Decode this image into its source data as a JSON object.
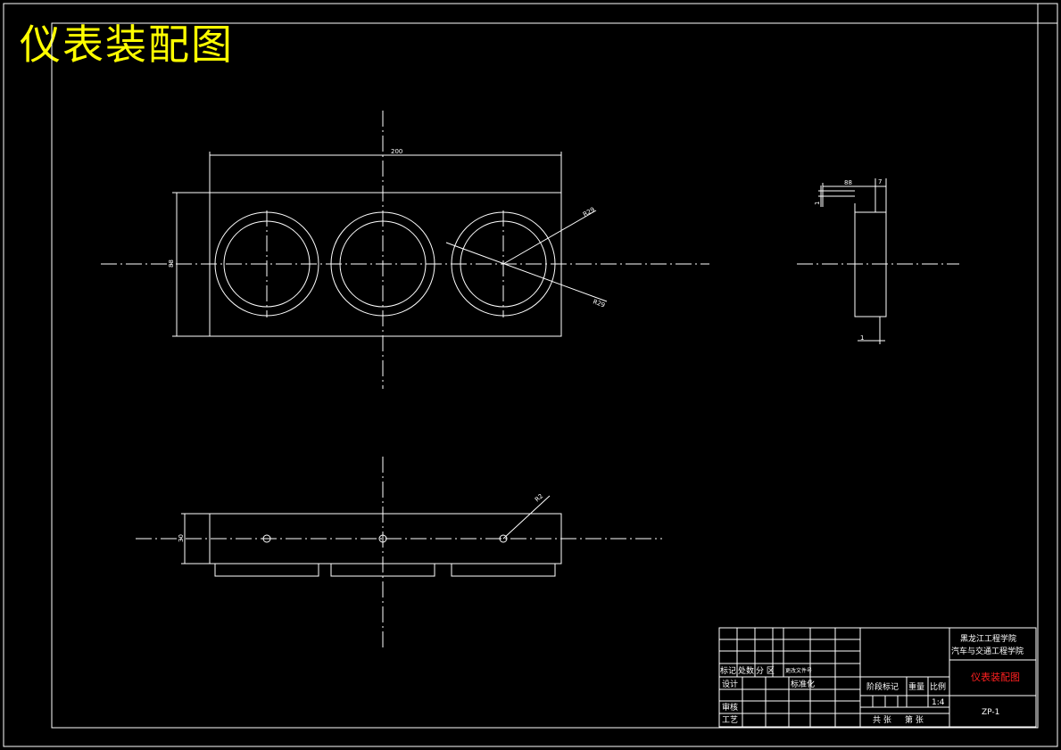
{
  "drawing_title": "仪表装配图",
  "dimensions": {
    "width_200": "200",
    "height_88": "88",
    "r_outer": "R29",
    "r_inner": "R29",
    "hole_dia": "R2",
    "thickness_30": "30",
    "side_88": "88",
    "side_7": "7",
    "side_1_top": "1",
    "side_1_bottom": "1"
  },
  "title_block": {
    "school_1": "黑龙江工程学院",
    "school_2": "汽车与交通工程学院",
    "drawing_name": "仪表装配图",
    "drawing_code": "ZP-1",
    "row_labels": {
      "mark": "标记",
      "count": "处数",
      "zone": "分 区",
      "doc_no": "更改文件号",
      "design": "设计",
      "standard": "标准化",
      "check": "审核",
      "process": "工艺"
    },
    "stage_mark": "阶段标记",
    "weight": "重量",
    "scale_label": "比例",
    "scale": "1:4",
    "sheets_total": "共   张",
    "sheet_no": "第   张"
  }
}
